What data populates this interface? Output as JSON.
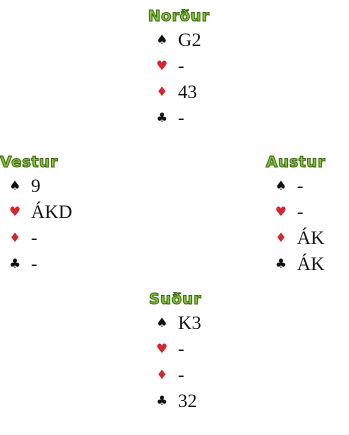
{
  "colors": {
    "player_name": "#8dc63f",
    "player_name_outline": "#3c6b12",
    "red_suit": "#d22630",
    "black_suit": "#111111"
  },
  "hands": {
    "north": {
      "name": "Norður",
      "spades": "G2",
      "hearts": "-",
      "diamonds": "43",
      "clubs": "-"
    },
    "west": {
      "name": "Vestur",
      "spades": "9",
      "hearts": "ÁKD",
      "diamonds": "-",
      "clubs": "-"
    },
    "east": {
      "name": "Austur",
      "spades": "-",
      "hearts": "-",
      "diamonds": "ÁK",
      "clubs": "ÁK"
    },
    "south": {
      "name": "Suður",
      "spades": "K3",
      "hearts": "-",
      "diamonds": "-",
      "clubs": "32"
    }
  },
  "suit_icons": {
    "spades": "spade-icon",
    "hearts": "heart-icon",
    "diamonds": "diamond-icon",
    "clubs": "club-icon"
  }
}
